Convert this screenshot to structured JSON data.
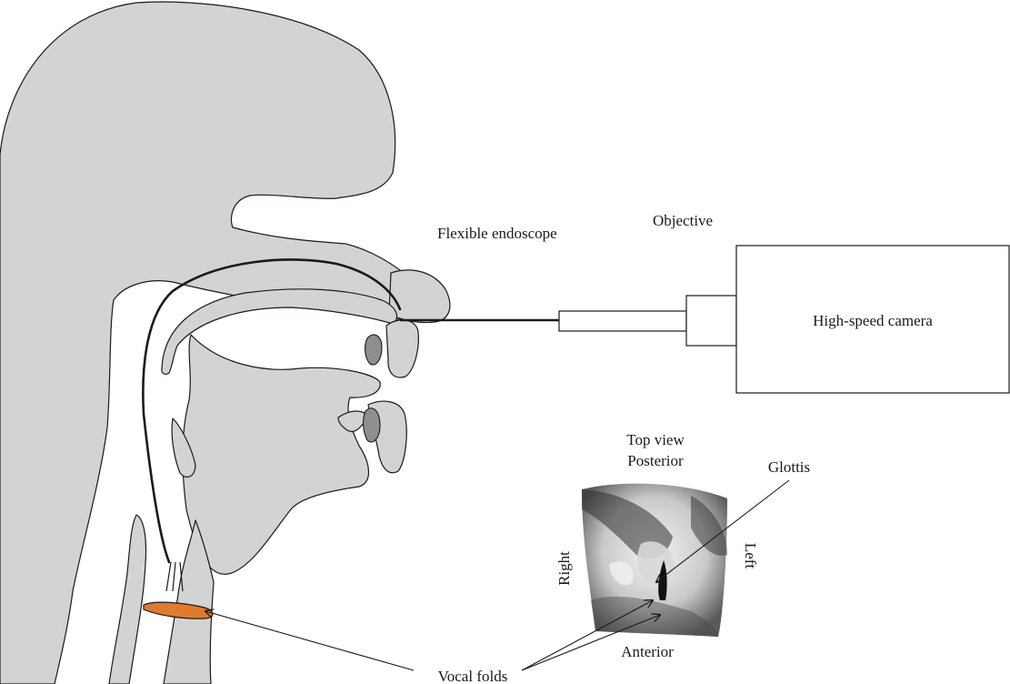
{
  "labels": {
    "flexible_endoscope": "Flexible endoscope",
    "objective": "Objective",
    "high_speed_camera": "High-speed camera",
    "top_view": "Top view",
    "posterior": "Posterior",
    "anterior": "Anterior",
    "right": "Right",
    "left": "Left",
    "glottis": "Glottis",
    "vocal_folds": "Vocal folds"
  },
  "colors": {
    "tissue": "#d2d3d3",
    "dark_tissue": "#8d8e8e",
    "vocal_folds": "#e07a2e",
    "outline": "#1a1a1a"
  }
}
